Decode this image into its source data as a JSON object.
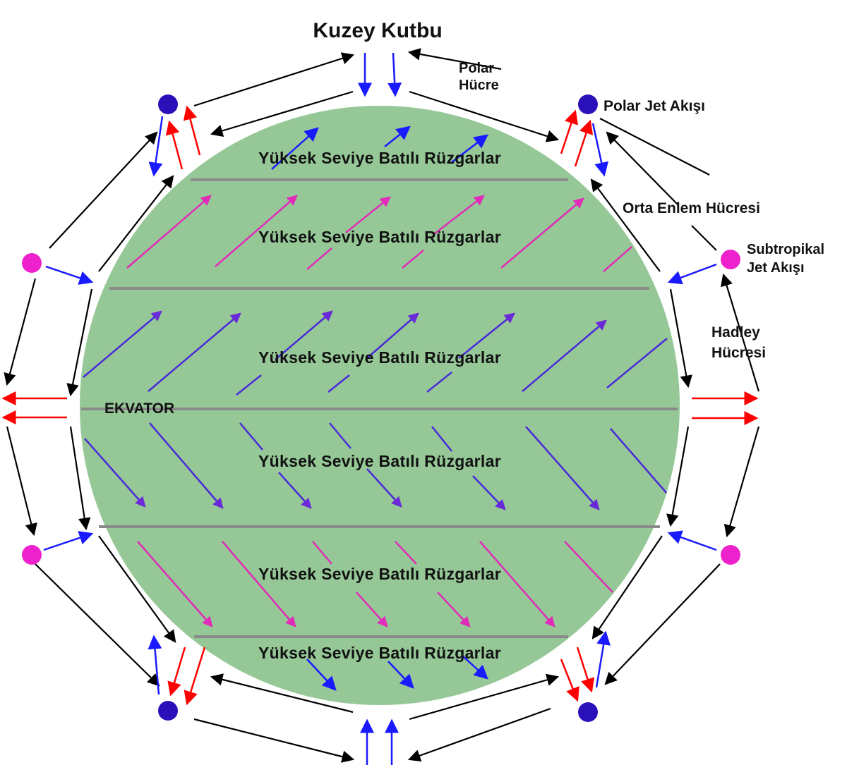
{
  "labels": {
    "north_pole": "Kuzey Kutbu",
    "polar_cell_line1": "Polar",
    "polar_cell_line2": "Hücre",
    "polar_jet": "Polar Jet Akışı",
    "mid_latitude_cell": "Orta Enlem Hücresi",
    "subtropical_jet_line1": "Subtropikal",
    "subtropical_jet_line2": "Jet Akışı",
    "hadley_line1": "Hadley",
    "hadley_line2": "Hücresi",
    "equator": "EKVATOR"
  },
  "bands": [
    "Yüksek Seviye Batılı Rüzgarlar",
    "Yüksek Seviye Batılı Rüzgarlar",
    "Yüksek Seviye Batılı Rüzgarlar",
    "Yüksek Seviye Batılı Rüzgarlar",
    "Yüksek Seviye Batılı Rüzgarlar",
    "Yüksek Seviye Batılı Rüzgarlar"
  ],
  "colors": {
    "globe": "#96c897",
    "band_line": "#8a8a8a",
    "jet_dot_polar": "#2a10b8",
    "jet_dot_subtropical": "#ee22cc",
    "arrow_black": "#000000",
    "arrow_blue": "#1a1aff",
    "arrow_red": "#ff0000",
    "wind_purple": "#6a2ad8",
    "wind_pink": "#e02cb8"
  }
}
